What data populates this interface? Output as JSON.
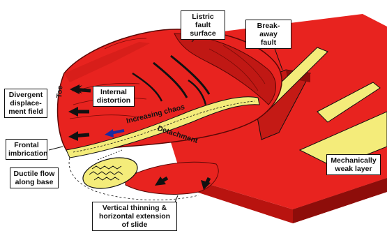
{
  "labels": {
    "listric_fault_surface": "Listric fault\nsurface",
    "break_away_fault": "Break-away\nfault",
    "internal_distortion": "Internal\ndistortion",
    "divergent_displacement_field": "Divergent\ndisplace-\nment field",
    "frontal_imbrication": "Frontal\nimbrication",
    "ductile_flow": "Ductile flow\nalong base",
    "mechanically_weak_layer": "Mechanically\nweak layer",
    "vertical_thinning": "Vertical thinning &\nhorizontal extension\nof slide",
    "toe": "Toe",
    "increasing_chaos": "Increasing chaos",
    "detachment": "Detachment"
  },
  "colors": {
    "red": "#e8231f",
    "dark_red": "#a30f0c",
    "yellow": "#f4ec7a",
    "arrow": "#111111",
    "blue_arrow": "#1c2aa0"
  }
}
